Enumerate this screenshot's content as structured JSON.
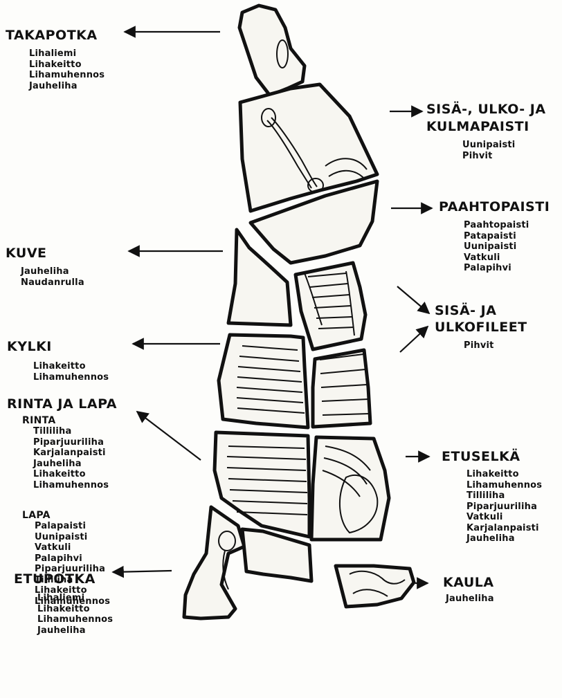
{
  "sections": {
    "takapotka": {
      "title": "TAKAPOTKA",
      "items": [
        "Lihaliemi",
        "Lihakeitto",
        "Lihamuhennos",
        "Jauheliha"
      ]
    },
    "sisa_ulko_kulmapaisti": {
      "title_line1": "SISÄ-, ULKO- JA",
      "title_line2": "KULMAPAISTI",
      "items": [
        "Uunipaisti",
        "Pihvit"
      ]
    },
    "paahtopaisti": {
      "title": "PAAHTOPAISTI",
      "items": [
        "Paahtopaisti",
        "Patapaisti",
        "Uunipaisti",
        "Vatkuli",
        "Palapihvi"
      ]
    },
    "kuve": {
      "title": "KUVE",
      "items": [
        "Jauheliha",
        "Naudanrulla"
      ]
    },
    "sisa_ulkofileet": {
      "title_line1": "SISÄ- JA",
      "title_line2": "ULKOFILEET",
      "items": [
        "Pihvit"
      ]
    },
    "kylki": {
      "title": "KYLKI",
      "items": [
        "Lihakeitto",
        "Lihamuhennos"
      ]
    },
    "rinta_ja_lapa": {
      "title": "RINTA JA LAPA",
      "rinta_title": "RINTA",
      "rinta_items": [
        "Tilliliha",
        "Piparjuuriliha",
        "Karjalanpaisti",
        "Jauheliha",
        "Lihakeitto",
        "Lihamuhennos"
      ],
      "lapa_title": "LAPA",
      "lapa_items": [
        "Palapaisti",
        "Uunipaisti",
        "Vatkuli",
        "Palapihvi",
        "Piparjuuriliha",
        "Tilliliha",
        "Lihakeitto",
        "Lihamuhennos"
      ]
    },
    "etuselka": {
      "title": "ETUSELKÄ",
      "items": [
        "Lihakeitto",
        "Lihamuhennos",
        "Tilliliha",
        "Piparjuuriliha",
        "Vatkuli",
        "Karjalanpaisti",
        "Jauheliha"
      ]
    },
    "kaula": {
      "title": "KAULA",
      "items": [
        "Jauheliha"
      ]
    },
    "etupotka": {
      "title": "ETUPOTKA",
      "items": [
        "Lihaliemi",
        "Lihakeitto",
        "Lihamuhennos",
        "Jauheliha"
      ]
    }
  },
  "colors": {
    "ink": "#111111",
    "paper": "#fdfdfb",
    "cut": "#f7f6f1"
  }
}
